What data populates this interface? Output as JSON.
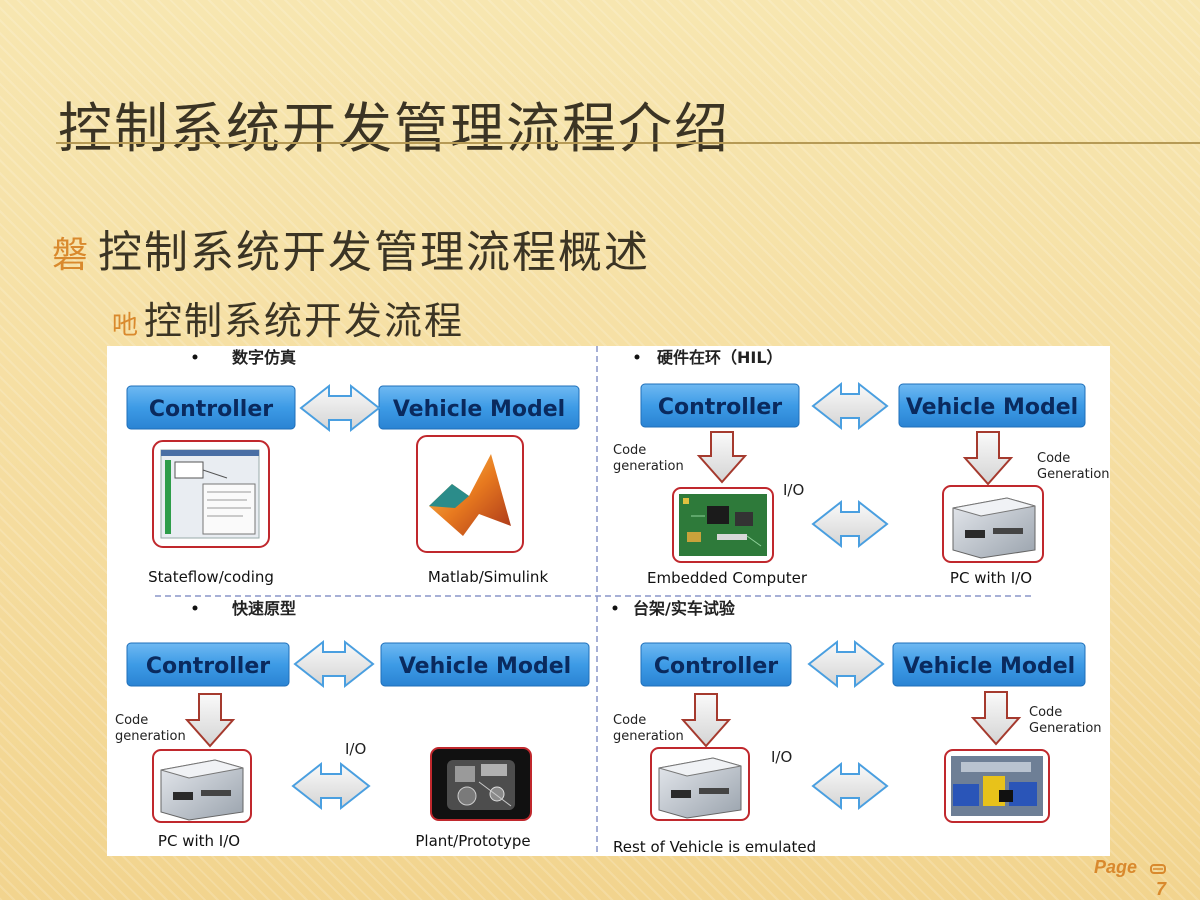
{
  "slide": {
    "title": "控制系统开发管理流程介绍",
    "bullet1": {
      "mark": "磐",
      "text": "控制系统开发管理流程概述"
    },
    "bullet2": {
      "mark": "吔",
      "text": "控制系统开发流程"
    },
    "page_label": "Page",
    "page_number": "7"
  },
  "diagram": {
    "colors": {
      "box_fill": "#3d9be6",
      "box_text": "#0a2a5e",
      "arrow_fill": "#e8e8e8",
      "frame_red": "#c0282d"
    },
    "quadrants": [
      {
        "heading": "数字仿真",
        "controller": "Controller",
        "vehicle_model": "Vehicle Model",
        "left_caption": "Stateflow/coding",
        "right_caption": "Matlab/Simulink"
      },
      {
        "heading": "硬件在环（HIL）",
        "controller": "Controller",
        "vehicle_model": "Vehicle Model",
        "left_code_label": [
          "Code",
          "generation"
        ],
        "right_code_label": [
          "Code",
          "Generation"
        ],
        "io_label": "I/O",
        "left_caption": "Embedded Computer",
        "right_caption": "PC with I/O"
      },
      {
        "heading": "快速原型",
        "controller": "Controller",
        "vehicle_model": "Vehicle Model",
        "left_code_label": [
          "Code",
          "generation"
        ],
        "io_label": "I/O",
        "left_caption": "PC with I/O",
        "right_caption": "Plant/Prototype"
      },
      {
        "heading": "台架/实车试验",
        "controller": "Controller",
        "vehicle_model": "Vehicle Model",
        "left_code_label": [
          "Code",
          "generation"
        ],
        "right_code_label": [
          "Code",
          "Generation"
        ],
        "io_label": "I/O",
        "bottom_caption": "Rest of Vehicle is emulated"
      }
    ]
  }
}
